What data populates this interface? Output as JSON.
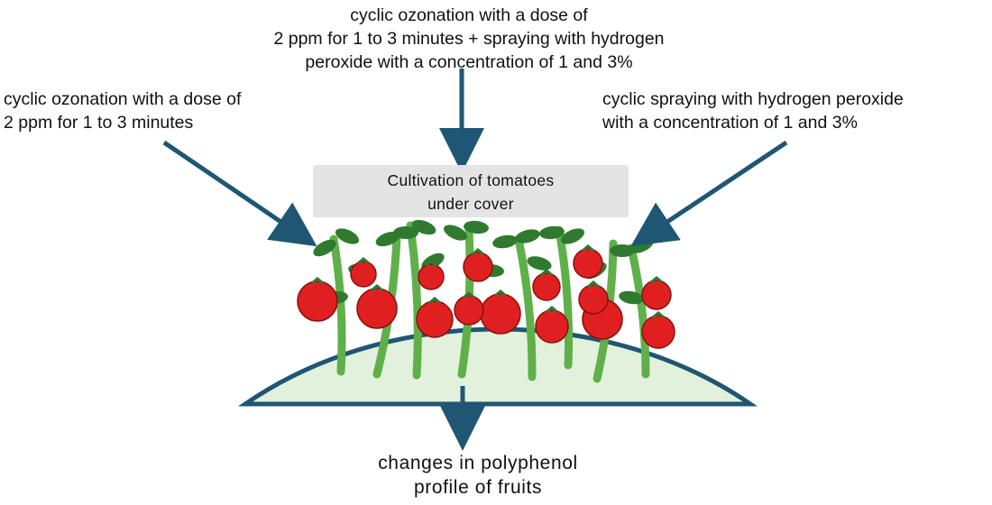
{
  "top_label": {
    "lines": [
      "cyclic ozonation with a dose of",
      "2 ppm for 1 to 3 minutes + spraying with hydrogen",
      "peroxide with a concentration of 1 and 3%"
    ]
  },
  "left_label": {
    "lines": [
      "cyclic ozonation with a dose of",
      "2 ppm for 1 to 3 minutes"
    ]
  },
  "right_label": {
    "lines": [
      "cyclic spraying with hydrogen peroxide",
      "with a concentration of 1 and 3%"
    ]
  },
  "greenhouse_box": {
    "lines": [
      "Cultivation of tomatoes",
      "under cover"
    ]
  },
  "bottom_label": {
    "lines": [
      "changes in polyphenol",
      "profile of fruits"
    ]
  },
  "colors": {
    "arrow": "#1f5673",
    "dome_fill": "#e2f1dc",
    "dome_stroke": "#1f5673",
    "box_fill": "#e4e4e4",
    "tomato": "#e02020",
    "stem": "#5fb04a",
    "leaf": "#2f7a2f"
  },
  "icons": [
    "tomato-plants-illustration"
  ]
}
